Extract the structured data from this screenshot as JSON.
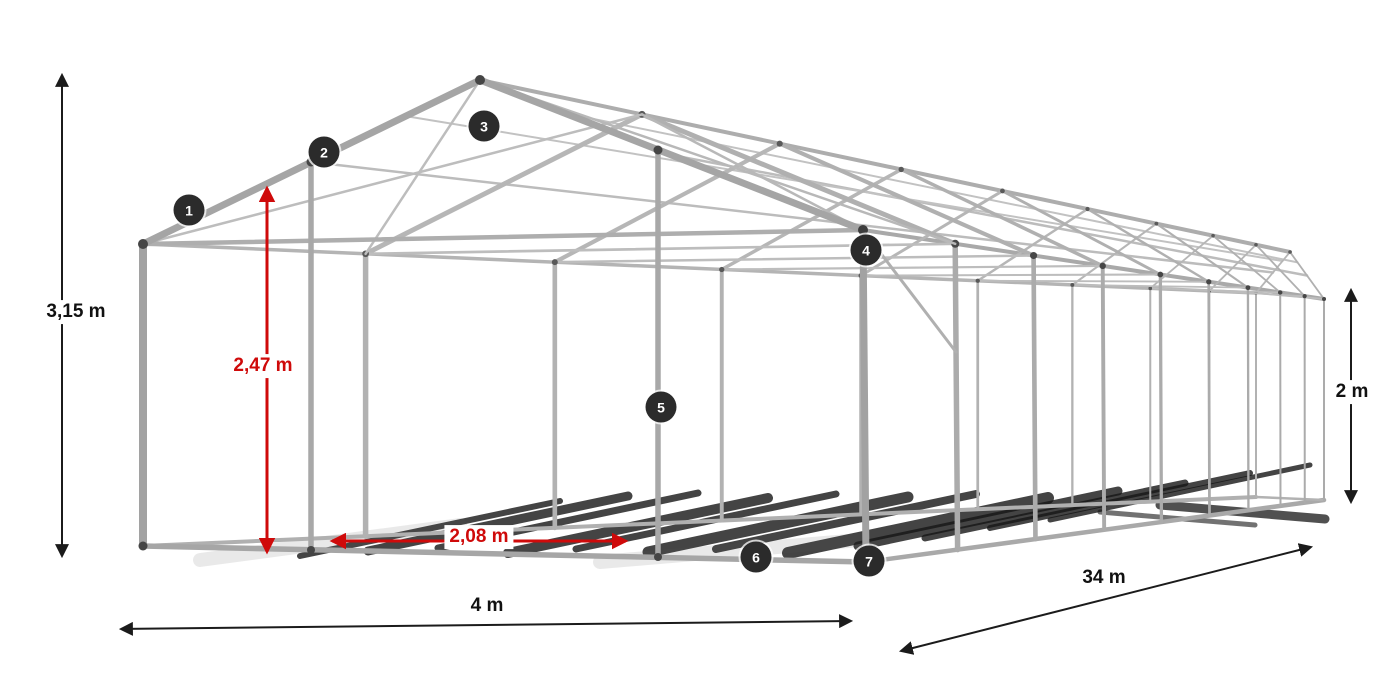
{
  "diagram": {
    "dimensions": {
      "total_height": "3,15 m",
      "ridge_clearance": "2,47 m",
      "entrance_width": "2,08 m",
      "width": "4 m",
      "length": "34 m",
      "side_height": "2 m"
    },
    "badges": [
      {
        "label": "1"
      },
      {
        "label": "2"
      },
      {
        "label": "3"
      },
      {
        "label": "4"
      },
      {
        "label": "5"
      },
      {
        "label": "6"
      },
      {
        "label": "7"
      }
    ],
    "colors": {
      "dimension_red": "#cf0a0a",
      "dimension_black": "#1b1b1b",
      "badge_background": "#2b2b2b",
      "frame_gray": "#b3b3b3",
      "background": "#ffffff"
    }
  }
}
